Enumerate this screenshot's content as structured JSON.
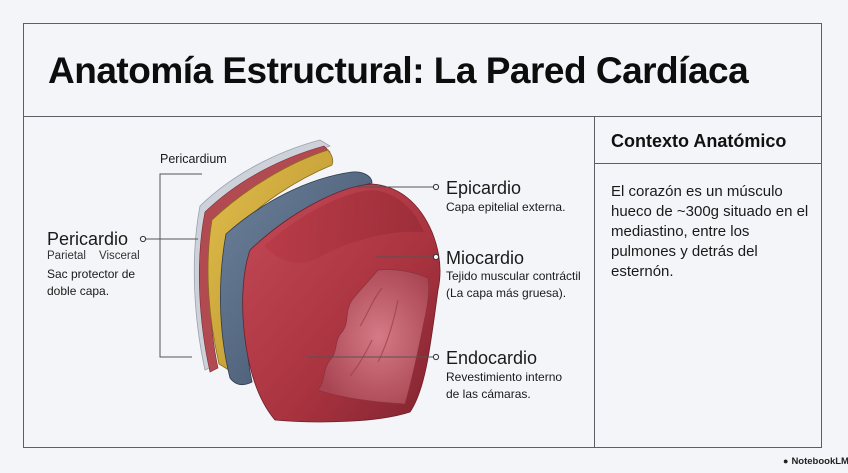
{
  "title": "Anatomía Estructural: La Pared Cardíaca",
  "side": {
    "heading": "Contexto Anatómico",
    "text": "El corazón es un músculo hueco de ~300g situado en el mediastino, entre los pulmones y detrás del esternón."
  },
  "diagram": {
    "pericardium_top_label": "Pericardium",
    "pericardio": {
      "name": "Pericardio",
      "sub_parietal": "Parietal",
      "sub_visceral": "Visceral",
      "desc_line1": "Sac protector de",
      "desc_line2": "doble capa."
    },
    "epicardio": {
      "name": "Epicardio",
      "desc_line1": "Capa epitelial externa."
    },
    "miocardio": {
      "name": "Miocardio",
      "desc_line1": "Tejido muscular contráctil",
      "desc_line2": "(La capa más gruesa)."
    },
    "endocardio": {
      "name": "Endocardio",
      "desc_line1": "Revestimiento interno",
      "desc_line2": "de las cámaras."
    },
    "colors": {
      "myocardium": "#b23a48",
      "epicardium": "#5b6f88",
      "visceral_layer": "#d4ad3c",
      "parietal_layer": "#b6474f",
      "outer_layer": "#c9ced6"
    }
  },
  "brand": {
    "icon": "notebooklm-logo-icon",
    "label": "NotebookLM"
  }
}
